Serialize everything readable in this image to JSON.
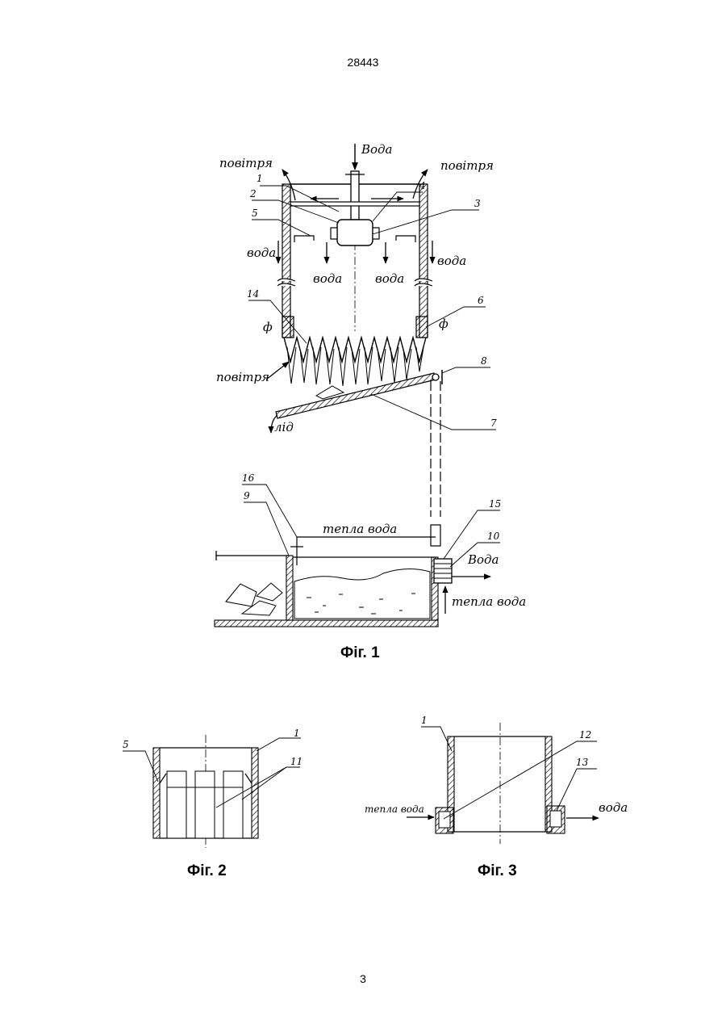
{
  "header": {
    "doc_number": "28443"
  },
  "footer": {
    "page_number": "3"
  },
  "figures": {
    "fig1": {
      "caption": "Фіг. 1",
      "labels": {
        "voda_top": "Вода",
        "povitrya_left": "повітря",
        "povitrya_right": "повітря",
        "voda_left_side": "вода",
        "voda_right_side": "вода",
        "voda_center_left": "вода",
        "voda_center_right": "вода",
        "povitrya_bottom": "повітря",
        "lid": "лід",
        "phi_left": "ф",
        "phi_right": "ф",
        "tepla_voda_top": "тепла вода",
        "voda_outlet": "Вода",
        "tepla_voda_inlet": "тепла вода"
      },
      "numbers": [
        "1",
        "2",
        "3",
        "4",
        "5",
        "6",
        "7",
        "8",
        "9",
        "10",
        "14",
        "15",
        "16"
      ]
    },
    "fig2": {
      "caption": "Фіг. 2",
      "numbers": [
        "1",
        "5",
        "11"
      ]
    },
    "fig3": {
      "caption": "Фіг. 3",
      "labels": {
        "tepla_voda": "тепла вода",
        "voda": "вода"
      },
      "numbers": [
        "1",
        "12",
        "13"
      ]
    }
  }
}
